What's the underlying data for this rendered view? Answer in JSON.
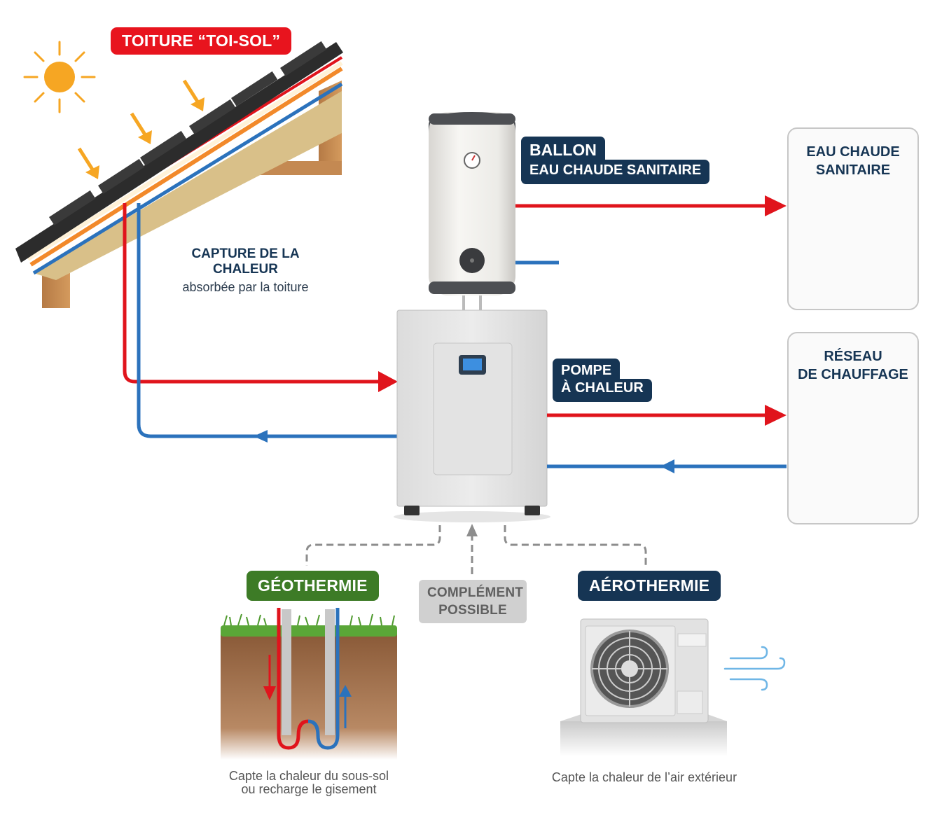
{
  "title": "Toiture Toi-Sol — schéma de pompe à chaleur",
  "colors": {
    "hot_pipe": "#e0141c",
    "cold_pipe": "#2b72bc",
    "navy_label": "#163554",
    "red_label": "#e8141e",
    "green_label": "#3d7b26",
    "grey_label": "#d0d0d0",
    "sun": "#f6a623"
  },
  "roof": {
    "label": "TOITURE “TOI-SOL”",
    "capture_title": "CAPTURE DE LA CHALEUR",
    "capture_subtitle": "absorbée par la toiture"
  },
  "ballon": {
    "line1": "BALLON",
    "line2": "EAU CHAUDE SANITAIRE"
  },
  "pompe": {
    "line1": "POMPE",
    "line2": "À CHALEUR"
  },
  "cards": {
    "eau_chaude": {
      "line1": "EAU CHAUDE",
      "line2": "SANITAIRE",
      "icons": [
        "shower-icon",
        "faucet-icon"
      ]
    },
    "chauffage": {
      "line1": "RÉSEAU",
      "line2": "DE CHAUFFAGE",
      "icons": [
        "radiator-icon",
        "floor-heating-icon"
      ]
    }
  },
  "sources": {
    "geothermie": {
      "label": "GÉOTHERMIE",
      "caption_line1": "Capte la chaleur du sous-sol",
      "caption_line2": "ou recharge le gisement"
    },
    "complement": {
      "line1": "COMPLÉMENT",
      "line2": "POSSIBLE"
    },
    "aerothermie": {
      "label": "AÉROTHERMIE",
      "caption": "Capte la chaleur de l’air extérieur"
    }
  }
}
